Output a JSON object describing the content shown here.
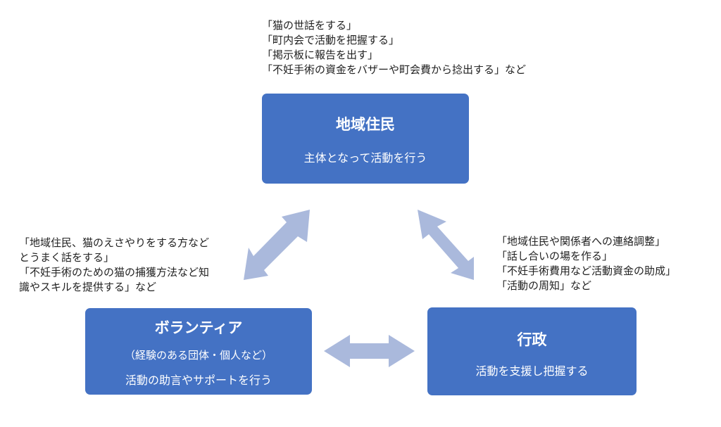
{
  "notes": {
    "resident": [
      "「猫の世話をする」",
      "「町内会で活動を把握する」",
      "「掲示板に報告を出す」",
      "「不妊手術の資金をバザーや町会費から捻出する」など"
    ],
    "volunteer": [
      "「地域住民、猫のえさやりをする方など",
      "とうまく話をする」",
      "「不妊手術のための猫の捕獲方法など知",
      "識やスキルを提供する」など"
    ],
    "government": [
      "「地域住民や関係者への連絡調整」",
      "「話し合いの場を作る」",
      "「不妊手術費用など活動資金の助成」",
      "「活動の周知」など"
    ]
  },
  "boxes": {
    "resident": {
      "title": "地域住民",
      "desc": "主体となって活動を行う"
    },
    "volunteer": {
      "title": "ボランティア",
      "sub": "（経験のある団体・個人など）",
      "desc": "活動の助言やサポートを行う"
    },
    "government": {
      "title": "行政",
      "desc": "活動を支援し把握する"
    }
  },
  "colors": {
    "box": "#4472c4",
    "arrow": "#aab9dc"
  }
}
